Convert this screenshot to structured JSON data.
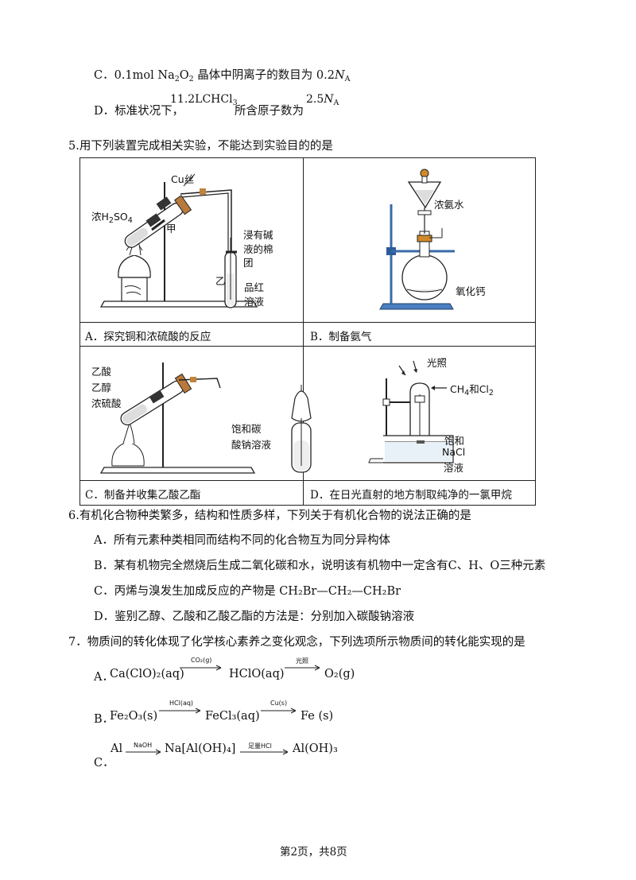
{
  "q4": {
    "optC": "C．0.1mol Na₂O₂ 晶体中阴离子的数目为 0.2N_A",
    "optC_prefix": "C．0.1mol Na",
    "optC_mid": "O",
    "optC_tail": " 晶体中阴离子的数目为 0.2",
    "optD_prefix": "D．标准状况下，",
    "optD_formula": "11.2LCHCl₃",
    "optD_formula_main": "11.2LCHCl",
    "optD_mid": "所含原子数为",
    "optD_value": "2.5"
  },
  "q5": {
    "stem": "5.用下列装置完成相关实验，不能达到实验目的的是",
    "cells": [
      {
        "caption": "A．探究铜和浓硫酸的反应",
        "labels": [
          "Cu丝",
          "浓H₂SO₄",
          "甲",
          "浸有碱",
          "液的棉",
          "团",
          "乙",
          "品红",
          "溶液"
        ]
      },
      {
        "caption": "B．制备氨气",
        "labels": [
          "浓氨水",
          "氧化钙"
        ]
      },
      {
        "caption": "C．制备并收集乙酸乙酯",
        "labels": [
          "乙酸",
          "乙醇",
          "浓硫酸",
          "饱和碳",
          "酸钠溶液"
        ]
      },
      {
        "caption": "D．在日光直射的地方制取纯净的一氯甲烷",
        "labels": [
          "光照",
          "CH₄和Cl₂",
          "饱和",
          "NaCl",
          "溶液"
        ]
      }
    ]
  },
  "q6": {
    "stem": "6.有机化合物种类繁多，结构和性质多样，下列关于有机化合物的说法正确的是",
    "options": [
      "A．所有元素种类相同而结构不同的化合物互为同分异构体",
      "B．某有机物完全燃烧后生成二氧化碳和水，说明该有机物中一定含有C、H、O三种元素",
      "C．丙烯与溴发生加成反应的产物是 CH₂Br—CH₂—CH₂Br",
      "D．鉴别乙醇、乙酸和乙酸乙酯的方法是：分别加入碳酸钠溶液"
    ]
  },
  "q7": {
    "stem": "7．物质间的转化体现了化学核心素养之变化观念，下列选项所示物质间的转化能实现的是",
    "optA": {
      "label": "A．",
      "s1": "Ca(ClO)₂(aq)",
      "arrow1": "CO₂(g)",
      "s2": "HClO(aq)",
      "arrow2": "光照",
      "s3": "O₂(g)"
    },
    "optB": {
      "label": "B．",
      "s1": "Fe₂O₃(s)",
      "arrow1": "HCl(aq)",
      "s2": "FeCl₃(aq)",
      "arrow2": "Cu(s)",
      "s3": "Fe (s)"
    },
    "optC": {
      "label": "C．",
      "s1": "Al",
      "arrow1": "NaOH",
      "s2": "Na[Al(OH)₄]",
      "arrow2": "足量HCl",
      "s3": "Al(OH)₃"
    }
  },
  "footer": {
    "page": "第2页，共8页"
  }
}
